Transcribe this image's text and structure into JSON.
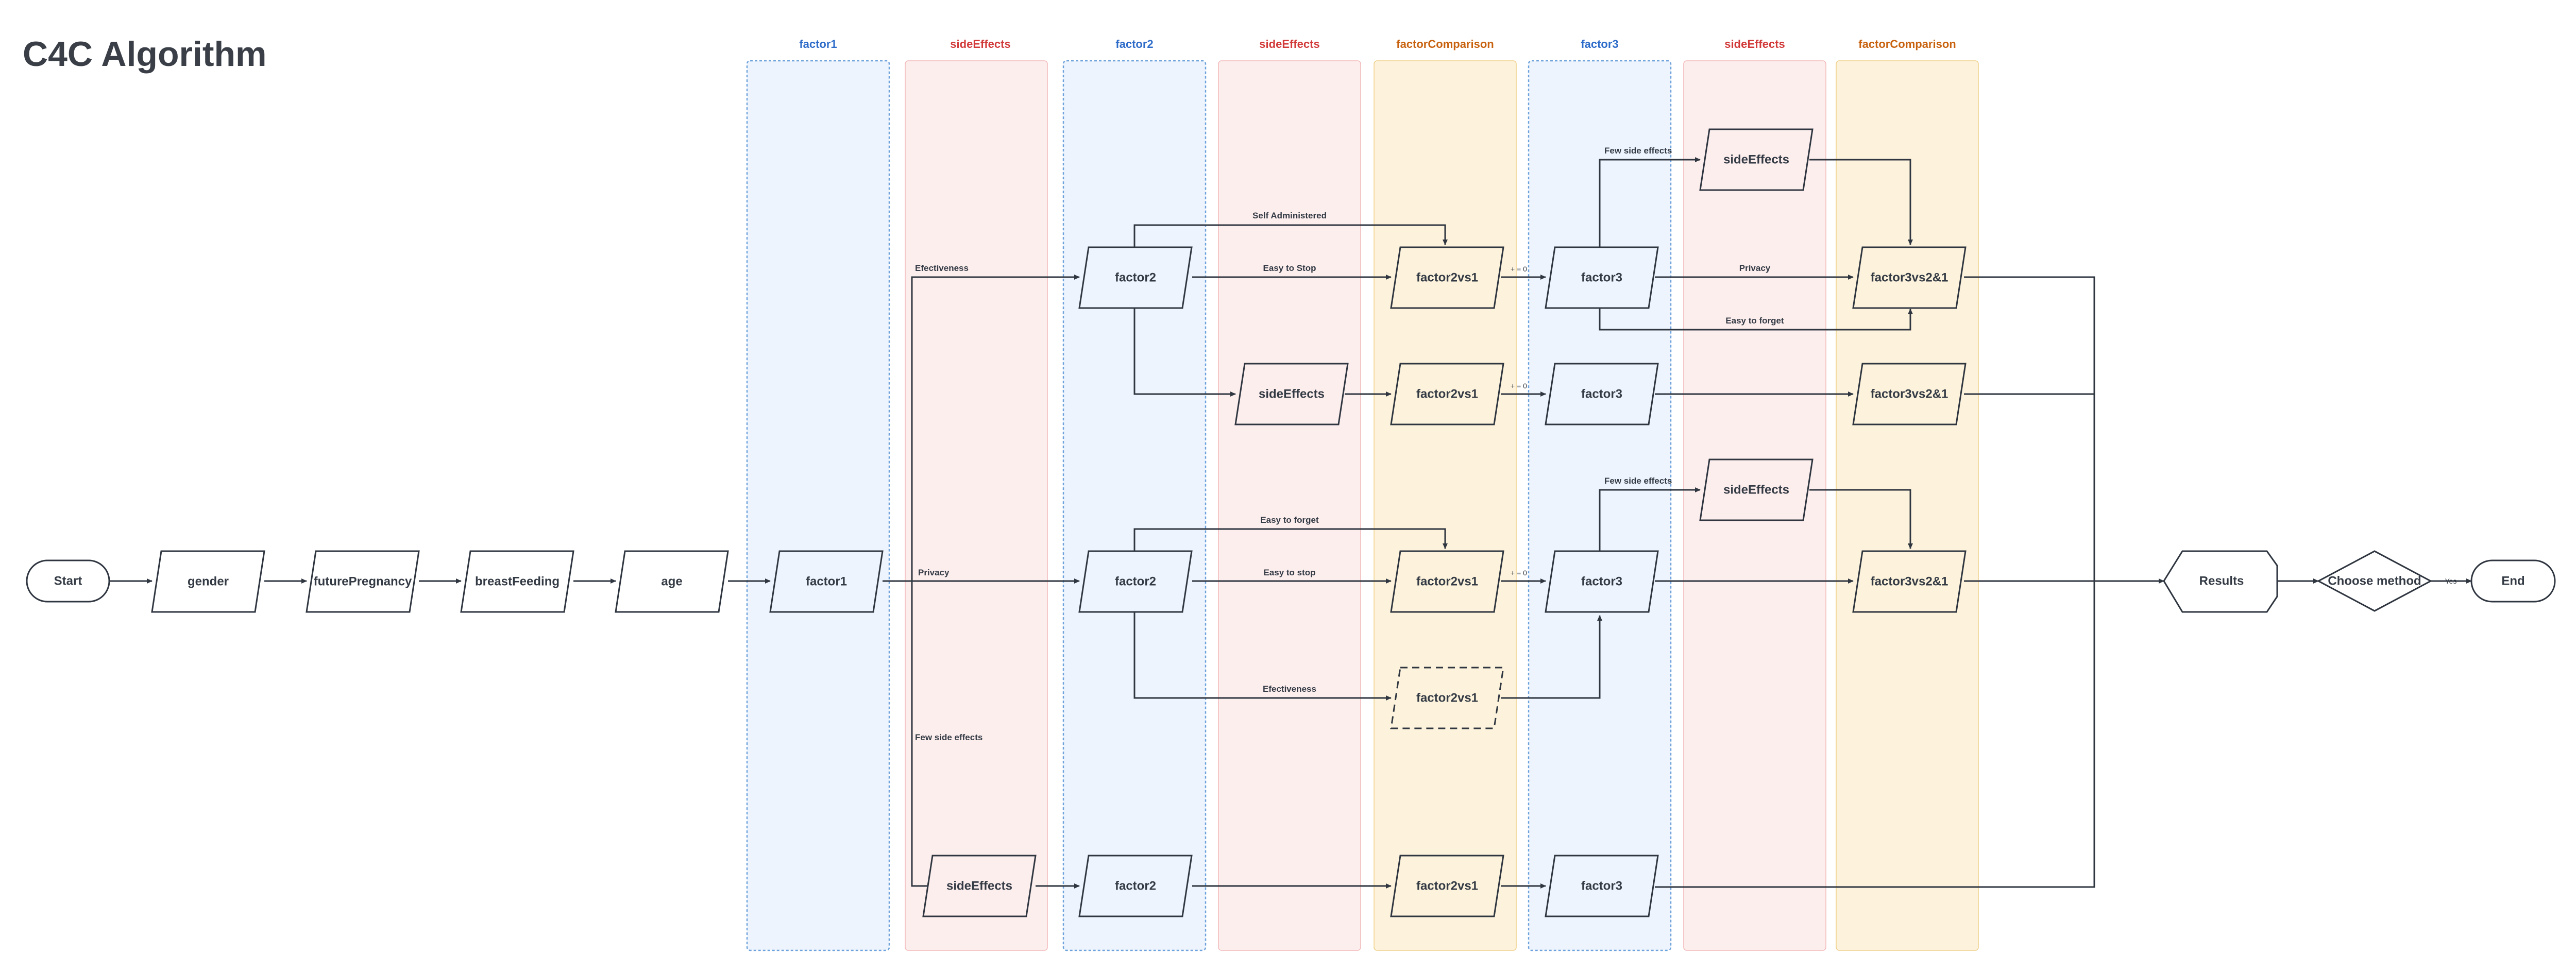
{
  "title": "C4C Algorithm",
  "colors": {
    "blue_lane_fill": "#edf4fd",
    "blue_lane_stroke": "#6ea2dc",
    "blue_title": "#2e6cc9",
    "red_lane_fill": "#fdeeee",
    "red_lane_stroke": "#f2b8b8",
    "red_title": "#d23a3a",
    "orange_lane_fill": "#fdf3dc",
    "orange_lane_stroke": "#f0cf8a",
    "orange_title": "#c8620f",
    "stroke": "#2f3640"
  },
  "lanes": [
    {
      "title": "factor1",
      "kind": "blue"
    },
    {
      "title": "sideEffects",
      "kind": "red"
    },
    {
      "title": "factor2",
      "kind": "blue"
    },
    {
      "title": "sideEffects",
      "kind": "red"
    },
    {
      "title": "factorComparison",
      "kind": "orange"
    },
    {
      "title": "factor3",
      "kind": "blue"
    },
    {
      "title": "sideEffects",
      "kind": "red"
    },
    {
      "title": "factorComparison",
      "kind": "orange"
    }
  ],
  "nodes": {
    "start": "Start",
    "gender": "gender",
    "future_pregnancy": "futurePregnancy",
    "breast_feeding": "breastFeeding",
    "age": "age",
    "factor1": "factor1",
    "factor2": "factor2",
    "factor3": "factor3",
    "side_effects": "sideEffects",
    "factor2vs1": "factor2vs1",
    "factor3vs21": "factor3vs2&1",
    "results": "Results",
    "choose_method": "Choose method",
    "end": "End"
  },
  "edge_labels": {
    "effectiveness_lower": "Efectiveness",
    "effectiveness": "Efectiveness",
    "privacy": "Privacy",
    "few_side_effects": "Few side effects",
    "self_administered": "Self Administered",
    "easy_to_stop": "Easy to Stop",
    "easy_to_stop_lower": "Easy to stop",
    "easy_to_forget": "Easy to forget",
    "yes": "Yes",
    "plus_equals": "+ = 0"
  }
}
